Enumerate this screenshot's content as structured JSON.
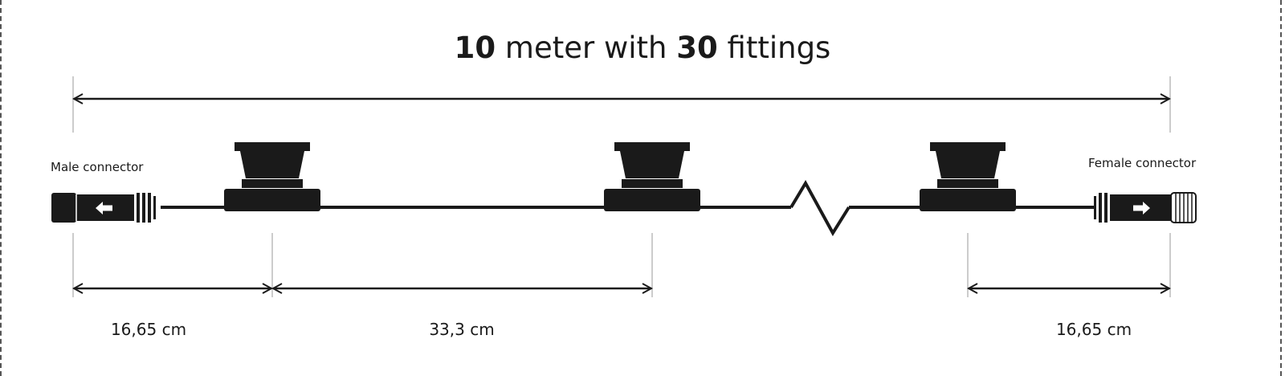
{
  "title": {
    "length_value": "10",
    "length_text": "meter with",
    "fittings_value": "30",
    "fittings_text": "fittings"
  },
  "labels": {
    "male_connector": "Male connector",
    "female_connector": "Female connector"
  },
  "dimensions": {
    "left_spacing": "16,65 cm",
    "fitting_spacing": "33,3 cm",
    "right_spacing": "16,65 cm"
  },
  "icons": {
    "male_arrow": "arrow-left-icon",
    "female_arrow": "arrow-right-icon"
  },
  "colors": {
    "line": "#1a1a1a",
    "fitting": "#1a1a1a"
  }
}
